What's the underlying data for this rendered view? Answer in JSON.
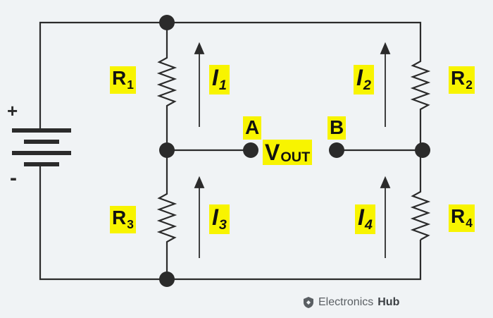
{
  "labels": {
    "r1": {
      "name": "R",
      "sub": "1"
    },
    "r2": {
      "name": "R",
      "sub": "2"
    },
    "r3": {
      "name": "R",
      "sub": "3"
    },
    "r4": {
      "name": "R",
      "sub": "4"
    },
    "i1": {
      "name": "I",
      "sub": "1"
    },
    "i2": {
      "name": "I",
      "sub": "2"
    },
    "i3": {
      "name": "I",
      "sub": "3"
    },
    "i4": {
      "name": "I",
      "sub": "4"
    },
    "node_a": "A",
    "node_b": "B",
    "vout": {
      "name": "V",
      "sub": "OUT"
    }
  },
  "battery": {
    "plus": "+",
    "minus": "-"
  },
  "watermark": {
    "brand": "Electronics",
    "brand_bold": "Hub",
    "icon": "shield-icon"
  },
  "colors": {
    "background": "#f0f3f5",
    "wire": "#2b2b2b",
    "label_highlight": "#f8f400"
  }
}
